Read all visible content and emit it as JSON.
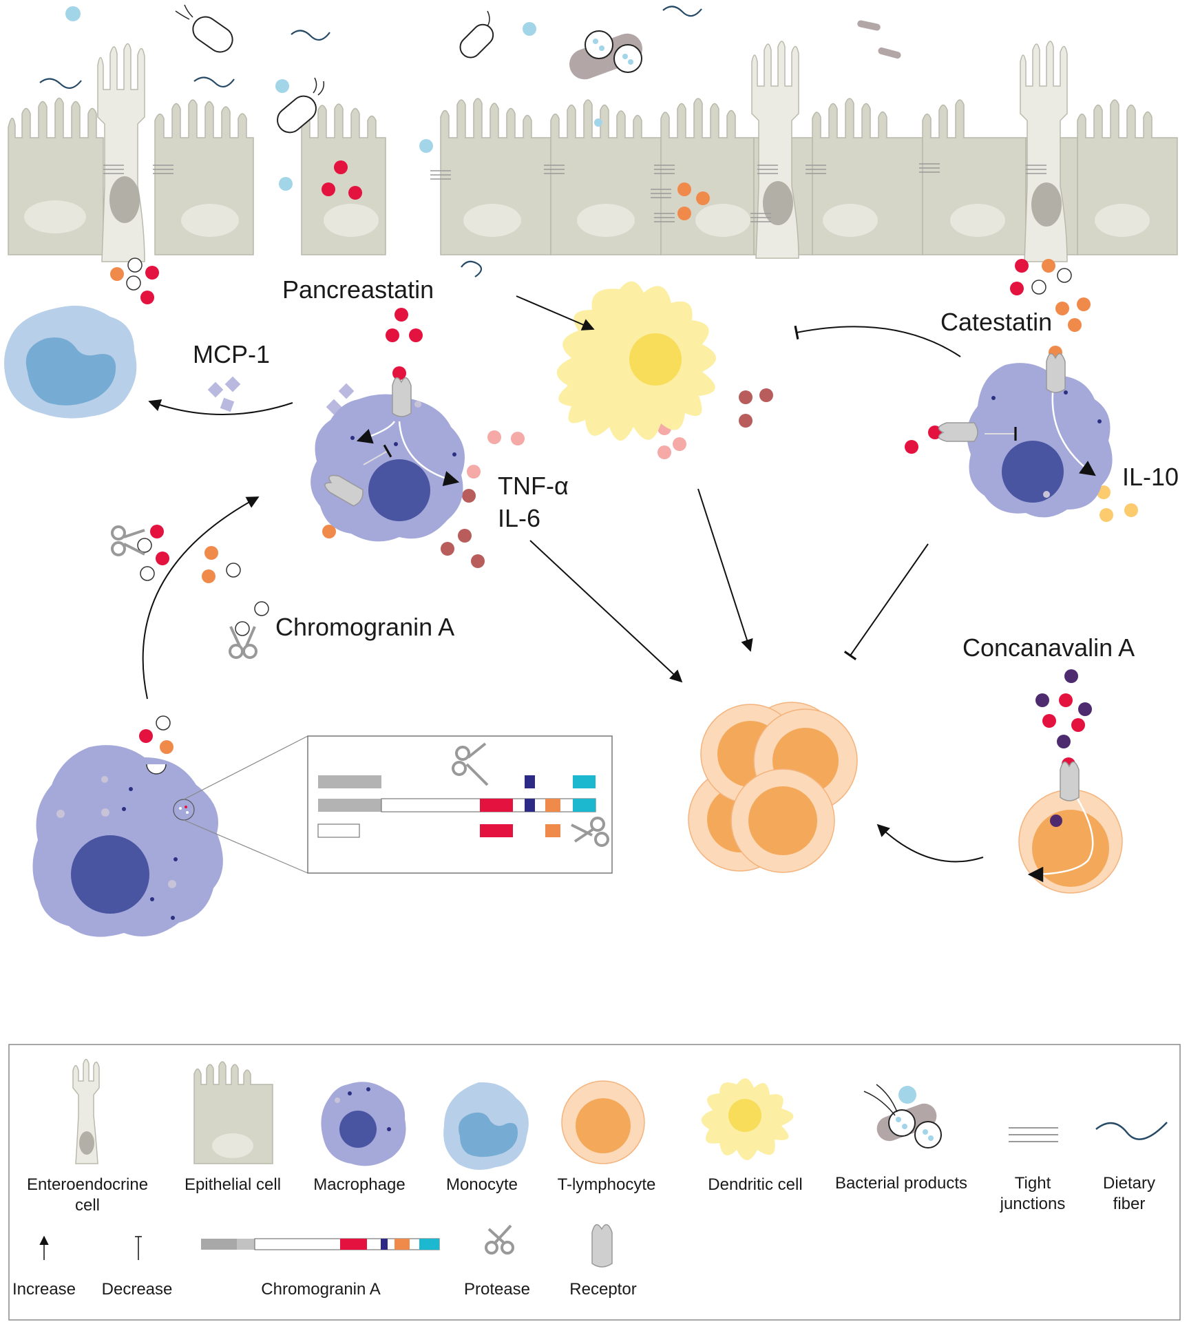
{
  "labels": {
    "pancreastatin": "Pancreastatin",
    "mcp1": "MCP-1",
    "catestatin": "Catestatin",
    "tnf": "TNF-α",
    "il6": "IL-6",
    "il10": "IL-10",
    "chromogranin": "Chromogranin A",
    "concanavalin": "Concanavalin A"
  },
  "legend": {
    "enteroendocrine_1": "Enteroendocrine",
    "enteroendocrine_2": "cell",
    "epithelial": "Epithelial cell",
    "macrophage": "Macrophage",
    "monocyte": "Monocyte",
    "tlymph": "T-lymphocyte",
    "dendritic": "Dendritic cell",
    "bacterial": "Bacterial products",
    "tight_1": "Tight",
    "tight_2": "junctions",
    "fiber_1": "Dietary",
    "fiber_2": "fiber",
    "increase": "Increase",
    "decrease": "Decrease",
    "chromogranin": "Chromogranin A",
    "protease": "Protease",
    "receptor": "Receptor"
  },
  "colors": {
    "epithelium": "#d6d6c8",
    "enteroendocrine": "#ecebe3",
    "macrophage": "#a5a9da",
    "macrophage_nucleus": "#4a55a2",
    "monocyte": "#b7cfe8",
    "monocyte_nucleus": "#76acd3",
    "tcell_outer": "#fcd9b8",
    "tcell_inner": "#f4a95a",
    "dendritic": "#fcefa3",
    "pancreastatin": "#e3123f",
    "catestatin": "#f08a4b",
    "tnf": "#f5aaa8",
    "il6": "#b85c5c",
    "il10": "#fbcb6e",
    "concanavalin": "#4e2a6e",
    "bacteria": "#a3d5e8"
  }
}
